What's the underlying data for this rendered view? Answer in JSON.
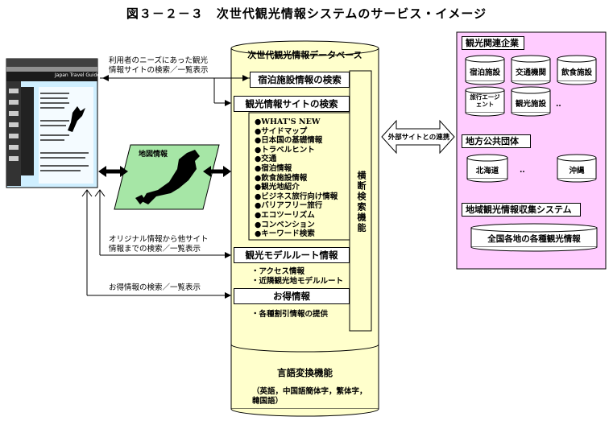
{
  "title": "図３－２－３　次世代観光情報システムのサービス・イメージ",
  "left_notes": {
    "top": [
      "利用者のニーズにあった観光",
      "情報サイトの検索／一覧表示"
    ],
    "mid": [
      "オリジナル情報から他サイト",
      "情報までの検索／一覧表示"
    ],
    "bottom": "お得情報の検索／一覧表示"
  },
  "map_label": "地図情報",
  "browser": {
    "brand": "Japan Travel Guide"
  },
  "database": {
    "title": "次世代観光情報データベース",
    "lodging_search": "宿泊施設情報の検索",
    "site_search": "観光情報サイトの検索",
    "items": [
      "●WHAT'S NEW",
      "●サイドマップ",
      "●日本国の基礎情報",
      "●トラベルヒント",
      "●交通",
      "●宿泊情報",
      "●飲食施設情報",
      "●観光地紹介",
      "●ビジネス旅行向け情報",
      "●バリアフリー旅行",
      "●エコツーリズム",
      "●コンベンション",
      "●キーワード検索"
    ],
    "cross_search": "横断検索機能",
    "model_route": "観光モデルルート情報",
    "route_items": [
      "・アクセス情報",
      "・近隣観光地モデルルート"
    ],
    "deals": "お得情報",
    "deal_items": [
      "・各種割引情報の提供"
    ],
    "language": "言語変換機能",
    "language_note": [
      "（英語，中国語簡体字，繁体字，",
      "韓国語）"
    ]
  },
  "external_link": "外部サイトとの連携",
  "right_panel": {
    "companies_title": "観光関連企業",
    "companies": [
      "宿泊施設",
      "交通機関",
      "飲食施設",
      "旅行エージェント",
      "観光施設"
    ],
    "etc": "‥",
    "local_gov_title": "地方公共団体",
    "local_gov": [
      "北海道",
      "沖縄"
    ],
    "collection_title": "地域観光情報収集システム",
    "collection_db": "全国各地の各種観光情報"
  },
  "colors": {
    "db_fill": "#ffffcc",
    "panel_fill": "#ffccff",
    "screen_fill": "#cfefff"
  }
}
